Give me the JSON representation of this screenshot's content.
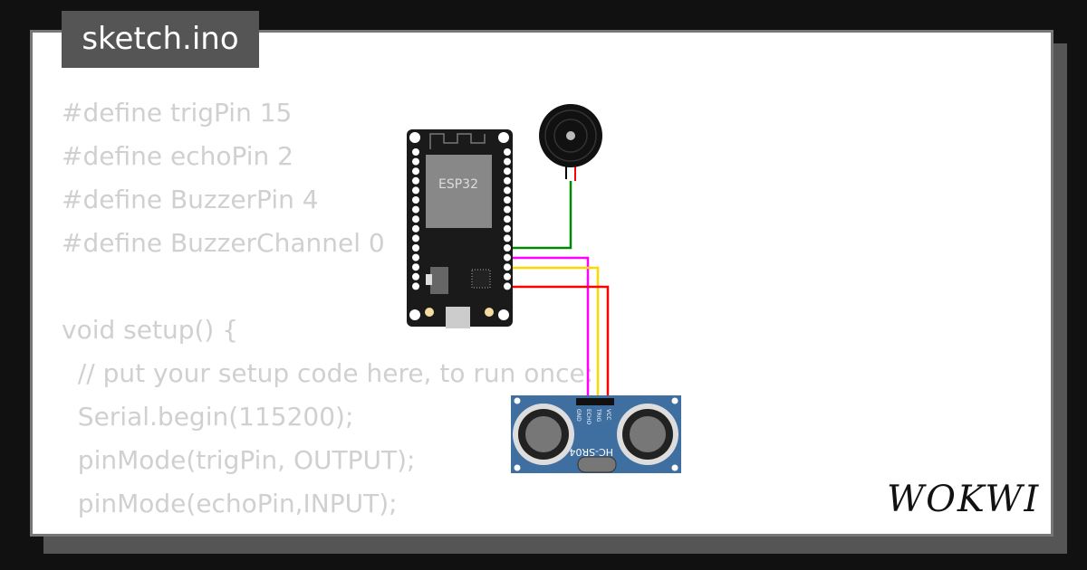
{
  "filename": "sketch.ino",
  "code_lines": [
    "#define trigPin 15",
    "#define echoPin 2",
    "#define BuzzerPin 4",
    "#define BuzzerChannel 0",
    "",
    "void setup() {",
    "  // put your setup code here, to run once:",
    "  Serial.begin(115200);",
    "  pinMode(trigPin, OUTPUT);",
    "  pinMode(echoPin,INPUT);"
  ],
  "board": {
    "label": "ESP32"
  },
  "sensor": {
    "label": "HC-SR04",
    "pins": [
      "GND",
      "ECHO",
      "TRIG",
      "VCC"
    ]
  },
  "logo": "WOKWI",
  "wire_colors": {
    "buzzer": "#008800",
    "echo": "#ff00ff",
    "trig": "#ffd700",
    "vcc": "#ff0000"
  }
}
